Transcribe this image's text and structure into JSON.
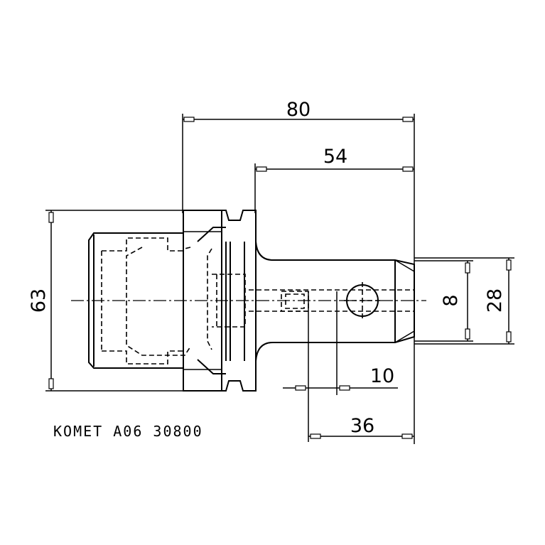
{
  "dimensions": {
    "overall_length": "80",
    "shank_length": "54",
    "flange_diameter": "63",
    "bore_diameter": "8",
    "shank_diameter": "28",
    "screw_offset": "10",
    "screw_distance": "36"
  },
  "caption": "KOMET A06 30800"
}
